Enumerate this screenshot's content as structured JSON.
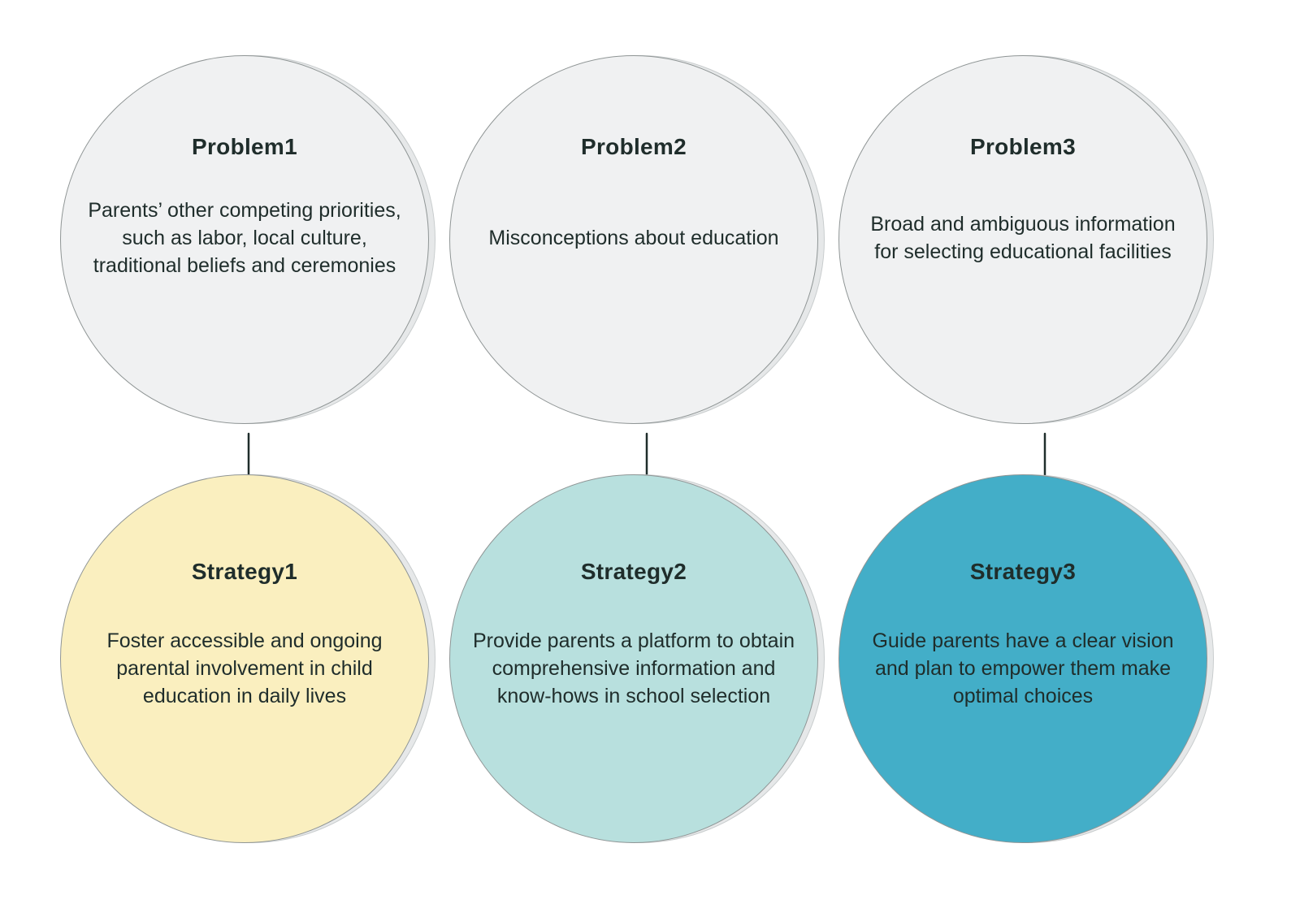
{
  "colors": {
    "problem_fill": "#f0f1f2",
    "strategy_1_fill": "#faefbf",
    "strategy_2_fill": "#b8e0de",
    "strategy_3_fill": "#43aec8",
    "outline": "#8f9595",
    "text": "#1f2d2b",
    "arrow": "#1f2d2b"
  },
  "problems": [
    {
      "title": "Problem1",
      "text": "Parents’ other competing priorities,\nsuch as labor, local culture,\ntraditional beliefs and ceremonies"
    },
    {
      "title": "Problem2",
      "text": "Misconceptions about education"
    },
    {
      "title": "Problem3",
      "text": "Broad and ambiguous information\nfor selecting educational facilities"
    }
  ],
  "strategies": [
    {
      "title": "Strategy1",
      "text": "Foster accessible and ongoing\nparental involvement in child\neducation in daily lives"
    },
    {
      "title": "Strategy2",
      "text": "Provide parents a platform to obtain\ncomprehensive information and\nknow-hows in school selection"
    },
    {
      "title": "Strategy3",
      "text": "Guide parents have a clear vision\nand plan to empower them make\noptimal choices"
    }
  ]
}
